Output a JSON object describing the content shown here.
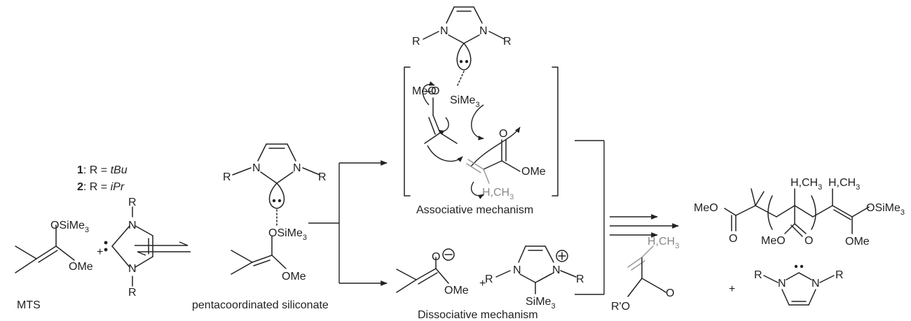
{
  "labels": {
    "mts": "MTS",
    "pentacoordinated": "pentacoordinated siliconate",
    "associative": "Associative mechanism",
    "dissociative": "Dissociative mechanism"
  },
  "legend": {
    "num1": "1",
    "num2": "2",
    "sep": ": R = ",
    "r1": "tBu",
    "r2": "iPr"
  },
  "atoms": {
    "osime3": "OSiMe",
    "sime3": "SiMe",
    "sub3": "3",
    "ome": "OMe",
    "meo": "MeO",
    "o": "O",
    "n": "N",
    "r": "R",
    "rprime_o": "R'O",
    "h_ch3": "H,CH",
    "plus": "+",
    "minus": "−",
    "plus_charge": "+",
    "lone_pair": "••"
  },
  "colors": {
    "ink": "#222222",
    "grey_monomer": "#999999"
  }
}
